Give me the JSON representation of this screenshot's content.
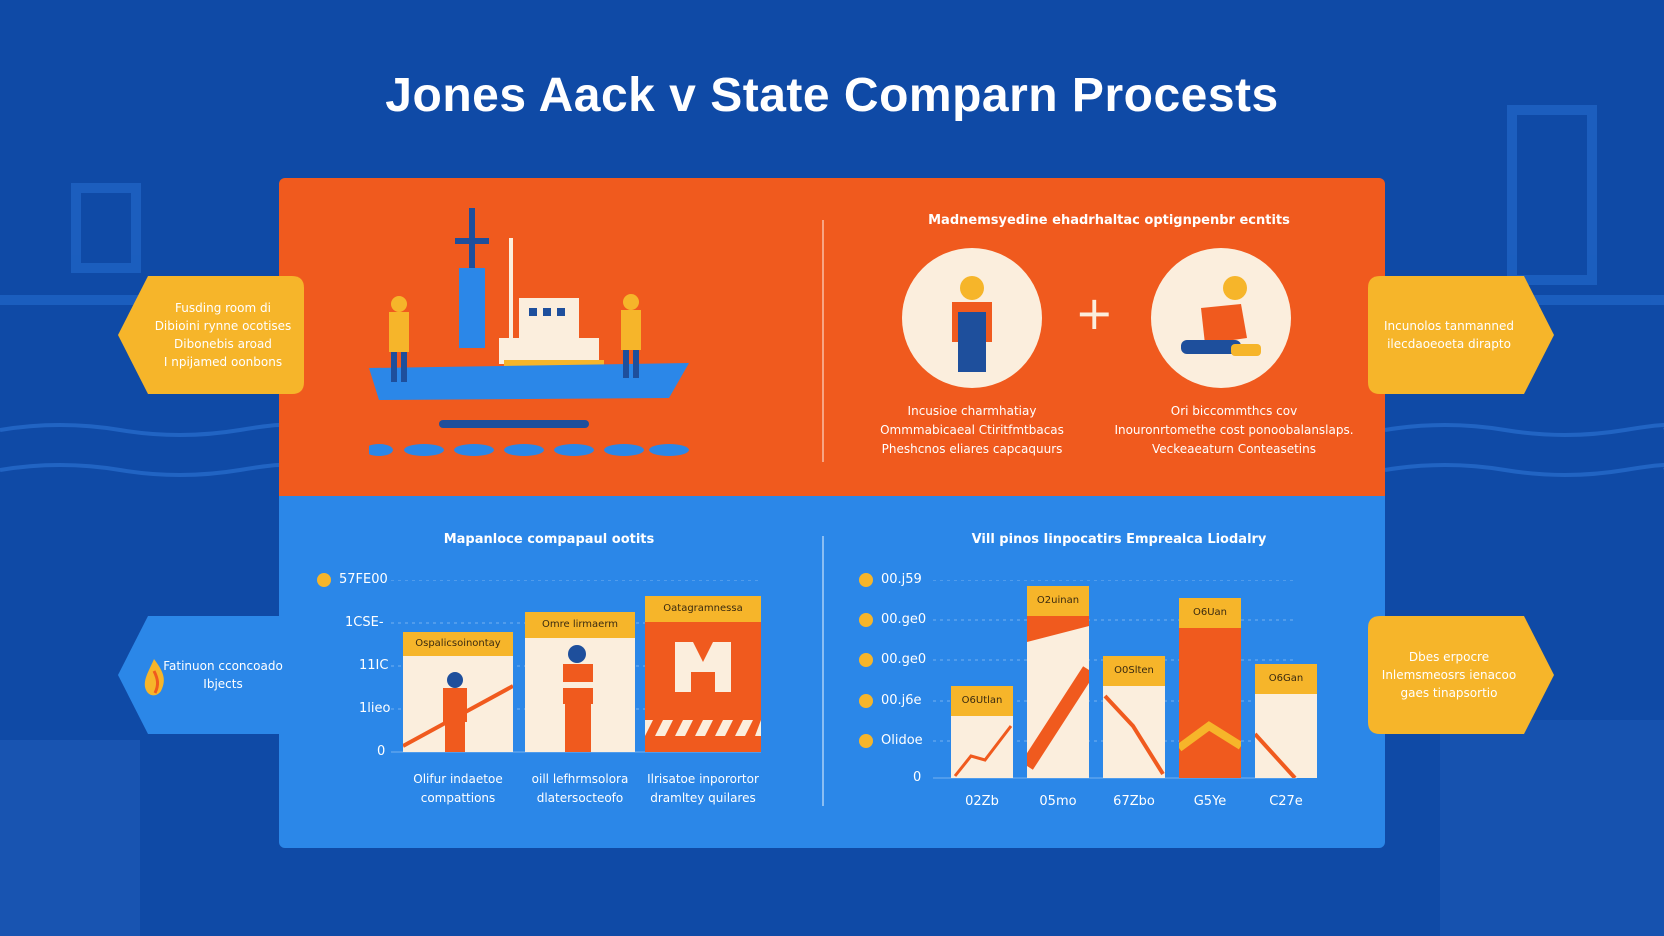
{
  "title": "Jones Aack v State Comparn Procests",
  "top_right": {
    "heading": "Madnemsyedine ehadrhaltac optignpenbr ecntits",
    "plus": "+",
    "left_caption": [
      "Incusioe charmhatiay",
      "Ommmabicaeal Ctiritfmtbacas",
      "Pheshcnos eliares capcaquurs"
    ],
    "right_caption": [
      "Ori biccommthcs cov",
      "Inouronrtomethe cost ponoobalanslaps.",
      "Veckeaeaturn Conteasetins"
    ]
  },
  "left_tags": [
    {
      "lines": [
        "Fusding room di",
        "Dibioini rynne ocotises",
        "Dibonebis aroad",
        "I npijamed oonbons"
      ]
    },
    {
      "lines": [
        "Fatinuon cconcoado",
        "Ibjects"
      ]
    }
  ],
  "right_tags": [
    {
      "lines": [
        "Incunolos tanmanned",
        "ilecdaoeoeta dirapto"
      ]
    },
    {
      "lines": [
        "Dbes erpocre",
        "Inlemsmeosrs ienacoo",
        "gaes tinapsortio"
      ]
    }
  ],
  "chart_left": {
    "heading": "Mapanloce compapaul ootits",
    "y_labels": [
      "57FE00",
      "1CSE-",
      "11IC",
      "1lieo",
      "0"
    ],
    "cards": [
      {
        "label": "Ospalicsoinontay",
        "caption": [
          "Olifur indaetoe",
          "compattions"
        ]
      },
      {
        "label": "Omre lirmaerm",
        "caption": [
          "oill lefhrmsolora",
          "dlatersocteofo"
        ]
      },
      {
        "label": "Oatagramnessa",
        "caption": [
          "Ilrisatoe inporortor",
          "dramltey quilares"
        ]
      }
    ]
  },
  "chart_right": {
    "heading": "Vill pinos Iinpocatirs Emprealca Liodalry",
    "y_labels": [
      "00.j59",
      "00.ge0",
      "00.ge0",
      "00.j6e",
      "Olidoe",
      "0"
    ],
    "bars": [
      {
        "label": "O6Utlan",
        "x": "02Zb"
      },
      {
        "label": "O2uinan",
        "x": "05mo"
      },
      {
        "label": "O0Slten",
        "x": "67Zbo"
      },
      {
        "label": "O6Uan",
        "x": "G5Ye"
      },
      {
        "label": "O6Gan",
        "x": "C27e"
      }
    ]
  },
  "colors": {
    "background": "#0f4aa6",
    "orange": "#f05a1e",
    "blue": "#2b87e8",
    "yellow": "#f6b52a",
    "cream": "#fbeedd"
  }
}
